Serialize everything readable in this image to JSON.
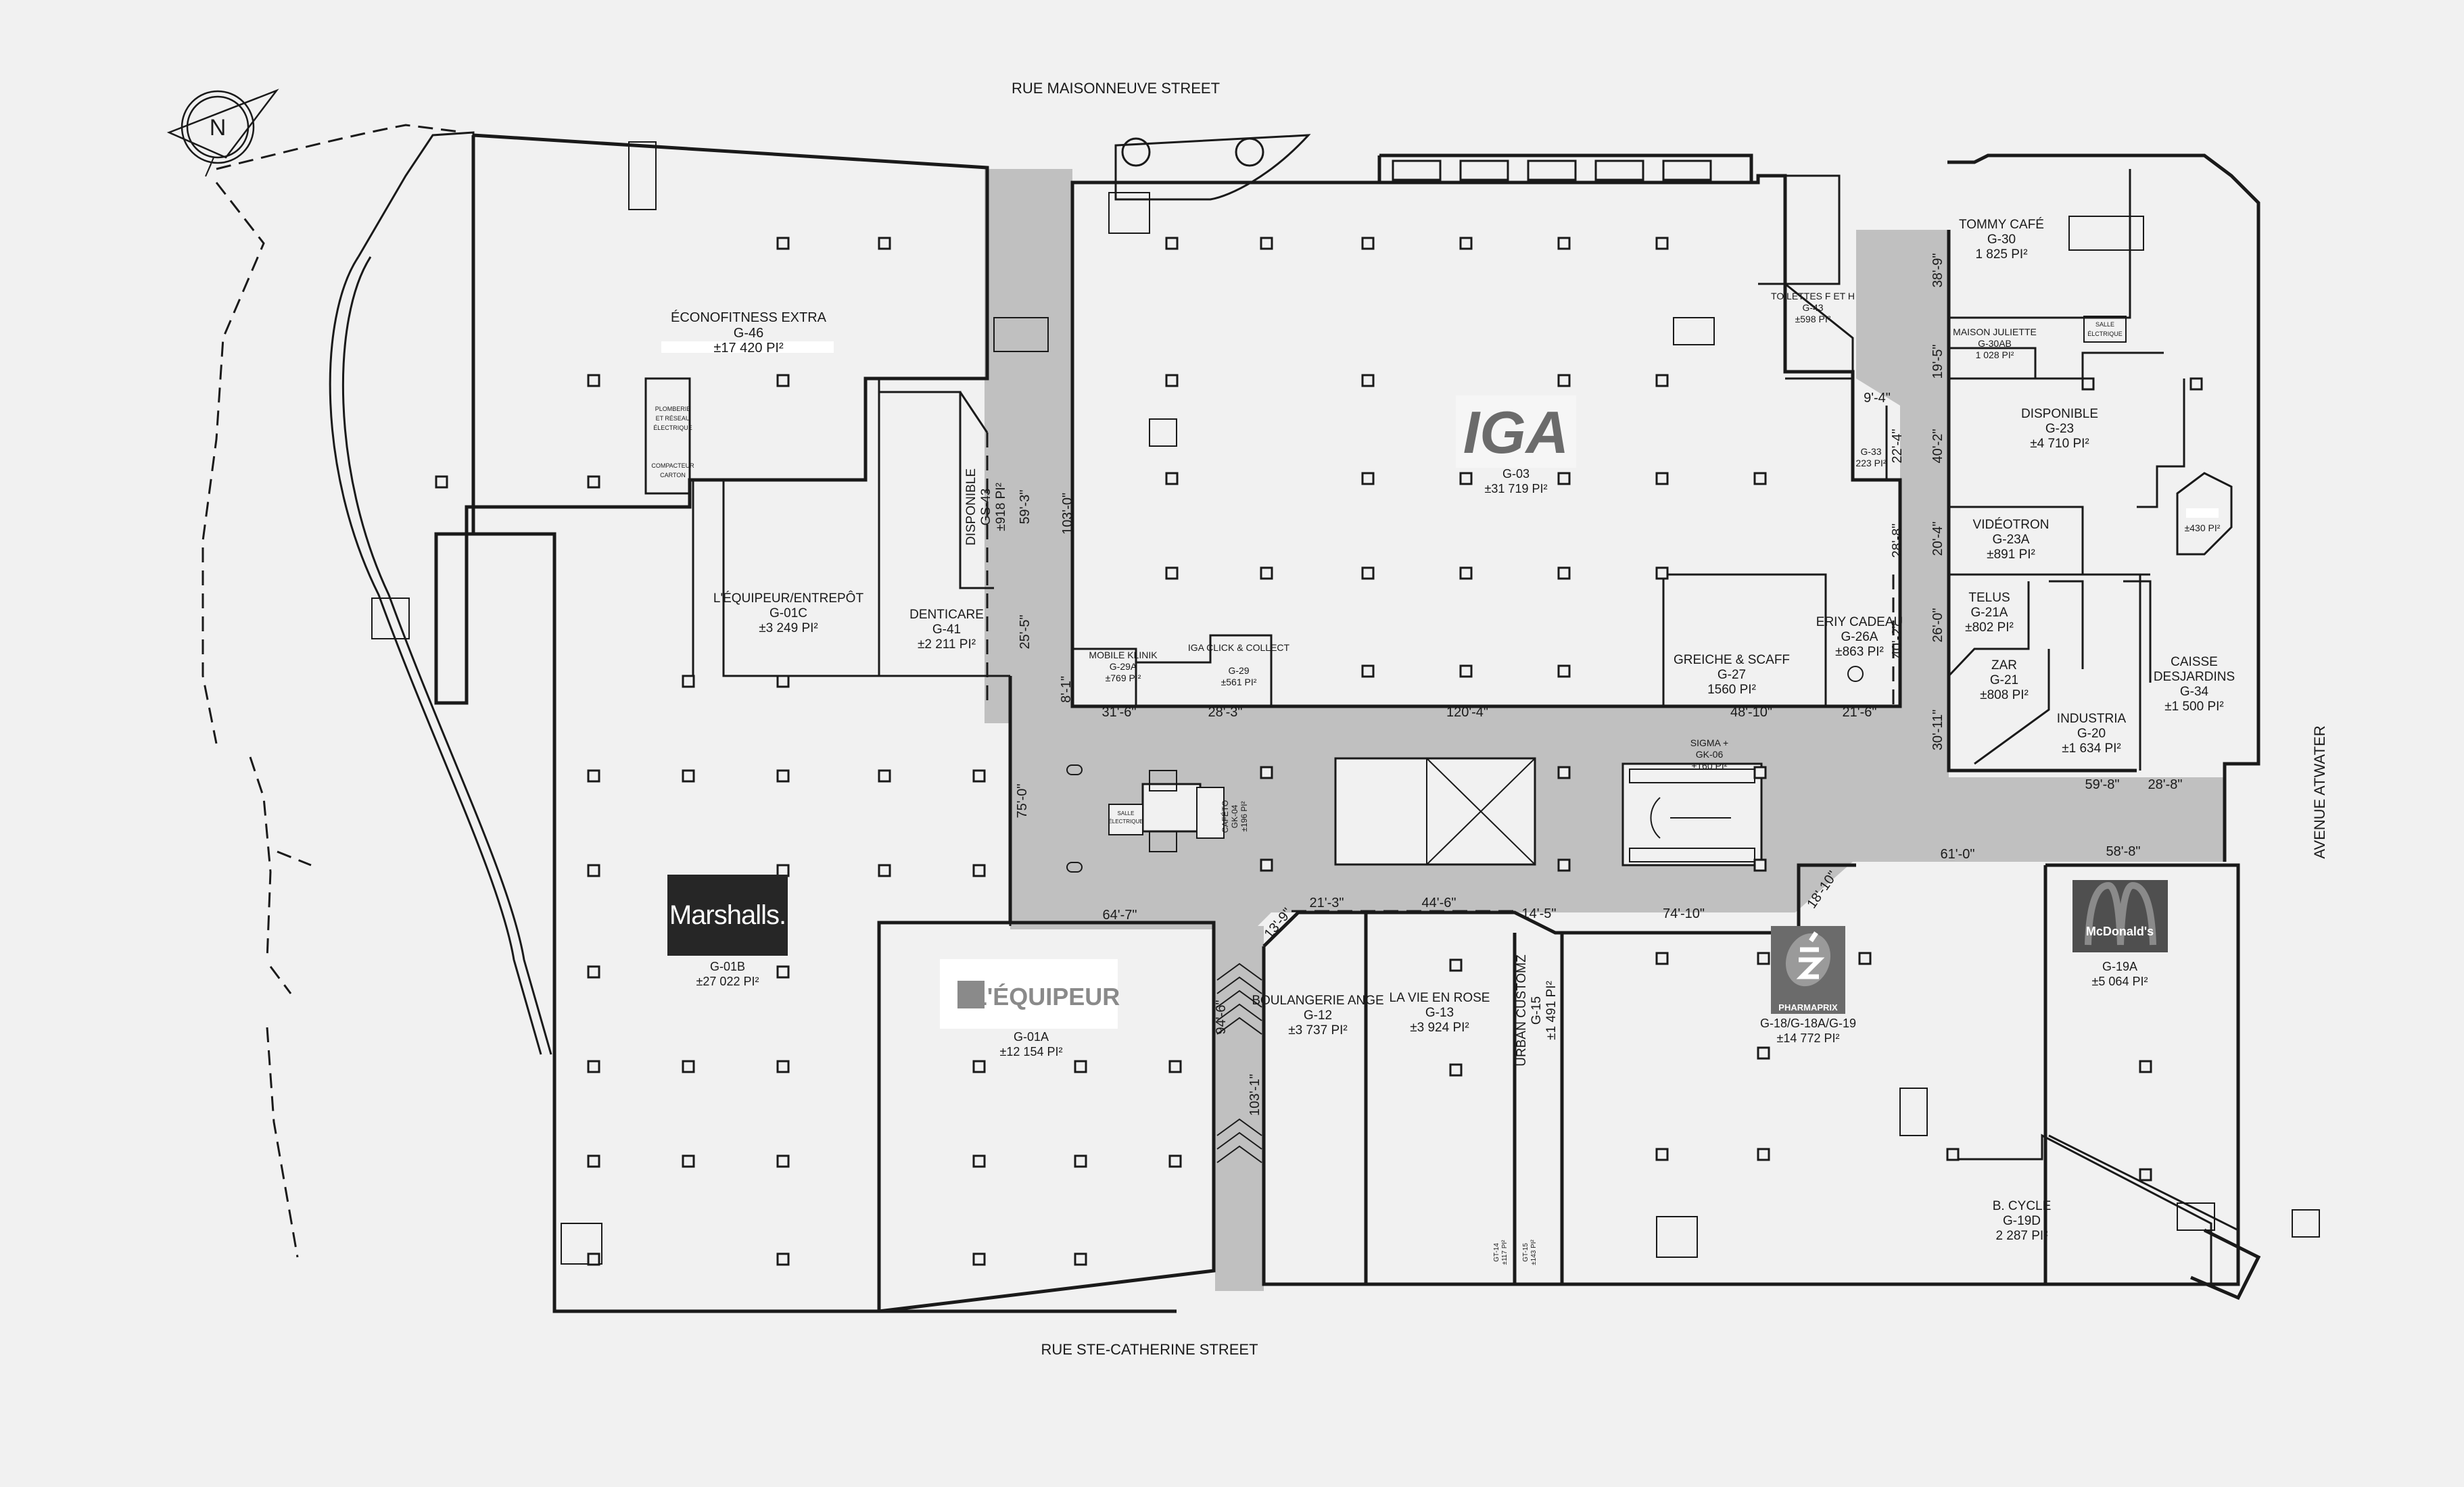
{
  "streets": {
    "north": "RUE MAISONNEUVE STREET",
    "south": "RUE STE-CATHERINE STREET",
    "east": "AVENUE ATWATER"
  },
  "compass": {
    "label": "N",
    "icon": "compass-north-icon"
  },
  "units": [
    {
      "id": "g46",
      "name": "ÉCONOFITNESS EXTRA",
      "code": "G-46",
      "area": "±17 420 PI²"
    },
    {
      "id": "g01c",
      "name": "L'ÉQUIPEUR/ENTREPÔT",
      "code": "G-01C",
      "area": "±3 249 PI²"
    },
    {
      "id": "g41",
      "name": "DENTICARE",
      "code": "G-41",
      "area": "±2 211 PI²"
    },
    {
      "id": "gs43",
      "name": "DISPONIBLE",
      "code": "GS-43",
      "area": "±918 PI²"
    },
    {
      "id": "g29a",
      "name": "MOBILE KLINIK",
      "code": "G-29A",
      "area": "±769 PI²"
    },
    {
      "id": "g29",
      "name": "IGA CLICK & COLLECT",
      "code": "G-29",
      "area": "±561 PI²"
    },
    {
      "id": "g03",
      "name": "IGA",
      "code": "G-03",
      "area": "±31 719 PI²",
      "logo": "IGA"
    },
    {
      "id": "g27",
      "name": "GREICHE & SCAFF",
      "code": "G-27",
      "area": "1560 PI²"
    },
    {
      "id": "g26a",
      "name": "ERIY CADEAU",
      "code": "G-26A",
      "area": "±863 PI²"
    },
    {
      "id": "g43",
      "name": "TOILETTES F ET H",
      "code": "G-43",
      "area": "±598 PI²"
    },
    {
      "id": "g33",
      "name": "",
      "code": "G-33",
      "area": "223 PI²"
    },
    {
      "id": "g30",
      "name": "TOMMY CAFÉ",
      "code": "G-30",
      "area": "1 825 PI²"
    },
    {
      "id": "g30ab",
      "name": "MAISON JULIETTE",
      "code": "G-30AB",
      "area": "1 028 PI²"
    },
    {
      "id": "g23",
      "name": "DISPONIBLE",
      "code": "G-23",
      "area": "±4 710 PI²"
    },
    {
      "id": "g23a",
      "name": "VIDÉOTRON",
      "code": "G-23A",
      "area": "±891 PI²"
    },
    {
      "id": "g21a",
      "name": "TELUS",
      "code": "G-21A",
      "area": "±802 PI²"
    },
    {
      "id": "g21",
      "name": "ZAR",
      "code": "G-21",
      "area": "±808 PI²"
    },
    {
      "id": "g20",
      "name": "INDUSTRIA",
      "code": "G-20",
      "area": "±1 634 PI²"
    },
    {
      "id": "g34",
      "name": "CAISSE DESJARDINS",
      "code": "G-34",
      "area": "±1 500 PI²"
    },
    {
      "id": "unk430",
      "name": "",
      "code": "",
      "area": "±430 PI²"
    },
    {
      "id": "gk06",
      "name": "SIGMA +",
      "code": "GK-06",
      "area": "±160 PI²"
    },
    {
      "id": "gk04",
      "name": "CAFÉTO",
      "code": "GK-04",
      "area": "±196 PI²"
    },
    {
      "id": "g01b",
      "name": "Marshalls",
      "code": "G-01B",
      "area": "±27 022 PI²",
      "logo": "Marshalls."
    },
    {
      "id": "g01a",
      "name": "L'ÉQUIPEUR",
      "code": "G-01A",
      "area": "±12 154 PI²",
      "logo": "L'ÉQUIPEUR"
    },
    {
      "id": "g12",
      "name": "BOULANGERIE ANGE",
      "code": "G-12",
      "area": "±3 737 PI²"
    },
    {
      "id": "g13",
      "name": "LA VIE EN ROSE",
      "code": "G-13",
      "area": "±3 924 PI²"
    },
    {
      "id": "g15",
      "name": "URBAN CUSTOMZ",
      "code": "G-15",
      "area": "±1 491 PI²"
    },
    {
      "id": "gt14",
      "name": "",
      "code": "GT-14",
      "area": "±117 PI²"
    },
    {
      "id": "gt15",
      "name": "",
      "code": "GT-15",
      "area": "±143 PI²"
    },
    {
      "id": "g18",
      "name": "PHARMAPRIX",
      "code": "G-18/G-18A/G-19",
      "area": "±14 772 PI²",
      "logo": "PHARMAPRIX"
    },
    {
      "id": "g19a",
      "name": "McDonald's",
      "code": "G-19A",
      "area": "±5 064 PI²",
      "logo": "McDonald's"
    },
    {
      "id": "g19d",
      "name": "B. CYCLE",
      "code": "G-19D",
      "area": "2 287 PI²"
    }
  ],
  "service_rooms": {
    "plumbing": [
      "PLOMBERIE",
      "ET RÉSEAU",
      "ÉLECTRIQUE"
    ],
    "compactor": [
      "COMPACTEUR",
      "CARTON"
    ],
    "electrical_1": [
      "SALLE",
      "ÉLCTRIQUE"
    ],
    "electrical_2": [
      "SALLE",
      "ÉLECTRIQUE"
    ]
  },
  "dimensions": {
    "d103_0": "103'-0\"",
    "d59_3": "59'-3\"",
    "d25_5": "25'-5\"",
    "d8_1": "8'-1\"",
    "d31_6": "31'-6\"",
    "d28_3": "28'-3\"",
    "d120_4": "120'-4\"",
    "d48_10": "48'-10\"",
    "d21_6": "21'-6\"",
    "d75_0": "75'-0\"",
    "d64_7": "64'-7\"",
    "d13_9": "13'-9\"",
    "d21_3": "21'-3\"",
    "d44_6": "44'-6\"",
    "d14_5": "14'-5\"",
    "d74_10": "74'-10\"",
    "d18_10": "18'-10\"",
    "d61_0": "61'-0\"",
    "d58_8": "58'-8\"",
    "d59_8": "59'-8\"",
    "d28_8": "28'-8\"",
    "d30_11": "30'-11\"",
    "d26_0": "26'-0\"",
    "d20_4": "20'-4\"",
    "d40_2a": "40'-2\"",
    "d40_2b": "40'-2\"",
    "d28_8v": "28'-8\"",
    "d22_4": "22'-4\"",
    "d9_4": "9'-4\"",
    "d19_5": "19'-5\"",
    "d38_9": "38'-9\"",
    "d94_6": "94'-6\"",
    "d103_1": "103'-1\""
  },
  "colors": {
    "background": "#f1f1f1",
    "corridor": "#c0c0c0",
    "wall": "#1a1a1a",
    "logo_dark": "#262626",
    "logo_grey": "#6b6b6b",
    "label_bg": "#ffffff"
  }
}
